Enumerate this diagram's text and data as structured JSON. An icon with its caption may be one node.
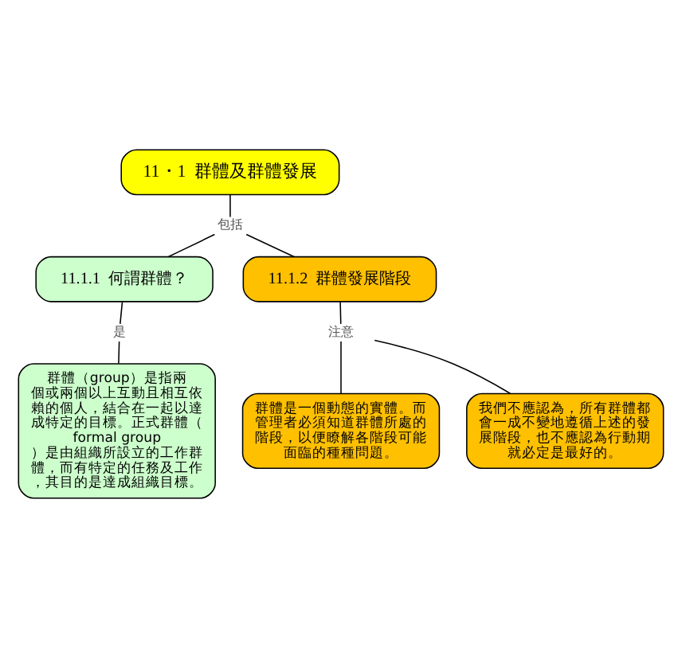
{
  "diagram": {
    "nodes": [
      {
        "text": [
          "11・1  群體及群體發展"
        ]
      },
      {
        "text": [
          "包括"
        ]
      },
      {
        "text": [
          "11.1.1  何謂群體？"
        ]
      },
      {
        "text": [
          "11.1.2  群體發展階段"
        ]
      },
      {
        "text": [
          "是"
        ]
      },
      {
        "text": [
          "群體（group）是指兩個或兩個以上互動且相互依賴的個人，結合在一起以達成特定的目標。正式群體（formal group）是由組織所設立的工作群體，而有特定的任務及工作，其目的是達成組織目標。"
        ]
      },
      {
        "text": [
          "注意"
        ]
      },
      {
        "text": [
          "群體是一個動態的實體。而管理者必須知道群體所處的階段，以便瞭解各階段可能面臨的種種問題。"
        ]
      },
      {
        "text": [
          "我們不應認為，所有群體都會一成不變地遵循上述的發展階段，也不應認為行動期就必定是最好的。"
        ]
      }
    ],
    "edges": [
      {
        "from": 0,
        "to": 1,
        "arrow": "none"
      },
      {
        "from": 1,
        "to": 2,
        "arrow": "none"
      },
      {
        "from": 1,
        "to": 3,
        "arrow": "none"
      },
      {
        "from": 2,
        "to": 4,
        "arrow": "none"
      },
      {
        "from": 4,
        "to": 5,
        "arrow": "none"
      },
      {
        "from": 3,
        "to": 6,
        "arrow": "none"
      },
      {
        "from": 6,
        "to": 7,
        "arrow": "none"
      },
      {
        "from": 6,
        "to": 8,
        "arrow": "none"
      }
    ]
  }
}
